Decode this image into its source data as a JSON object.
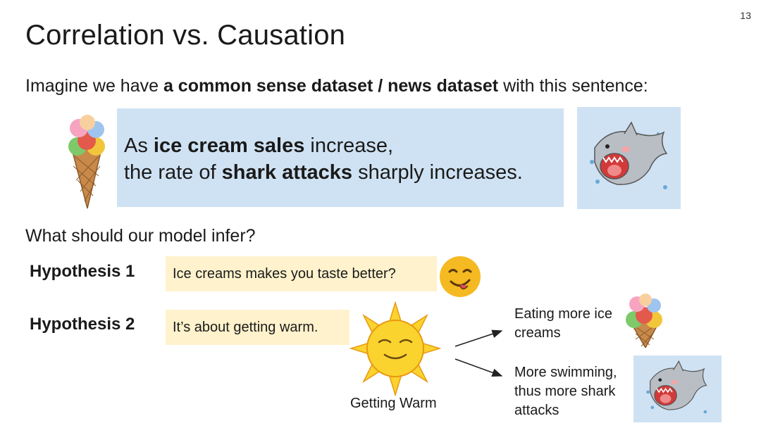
{
  "page_number": "13",
  "title": "Correlation vs. Causation",
  "intro": {
    "prefix": "Imagine we have ",
    "bold": "a common sense dataset / news dataset",
    "suffix": " with this sentence:"
  },
  "sentence": {
    "line1_prefix": "As ",
    "line1_bold": "ice cream sales",
    "line1_suffix": " increase,",
    "line2_prefix": "the rate of ",
    "line2_bold": "shark attacks",
    "line2_suffix": " sharply increases."
  },
  "question": "What should our model infer?",
  "hypotheses": [
    {
      "label": "Hypothesis 1",
      "text": "Ice creams makes you taste better?"
    },
    {
      "label": "Hypothesis 2",
      "text": "It’s about getting warm."
    }
  ],
  "sun_caption": "Getting Warm",
  "effects": [
    {
      "line1": "Eating more ice",
      "line2": "creams"
    },
    {
      "line1": "More swimming,",
      "line2": "thus more shark",
      "line3": "attacks"
    }
  ],
  "icons": [
    "ice-cream-icon",
    "shark-icon",
    "yummy-face-icon",
    "sun-icon",
    "arrow-icon"
  ],
  "colors": {
    "sentence_box": "#cfe2f3",
    "hypothesis_box": "#fff2cc",
    "sun": "#fbd32e",
    "emoji": "#f5b921"
  }
}
